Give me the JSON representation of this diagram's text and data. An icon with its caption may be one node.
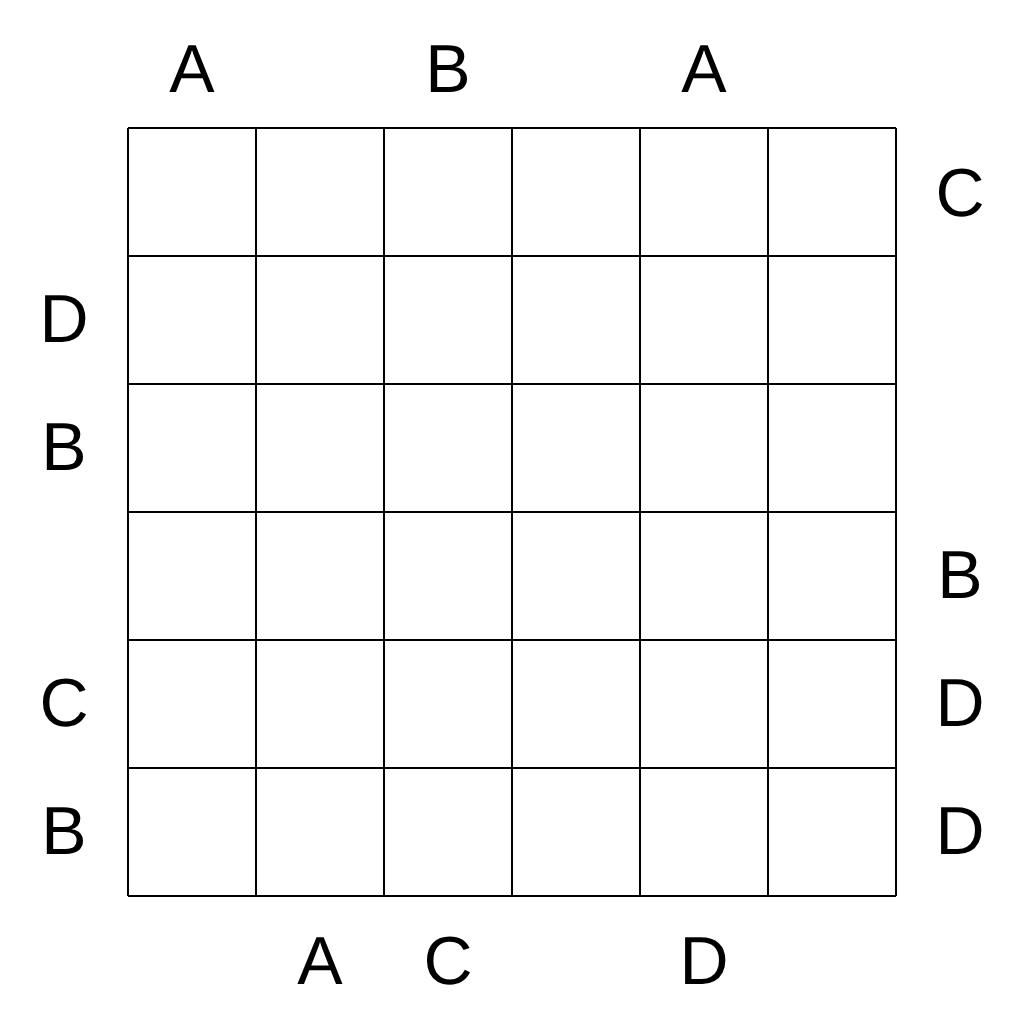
{
  "diagram": {
    "labels": [
      "A",
      "B",
      "A",
      "C",
      "D",
      "B",
      "B",
      "C",
      "D",
      "B",
      "D",
      "A",
      "C",
      "D"
    ]
  }
}
